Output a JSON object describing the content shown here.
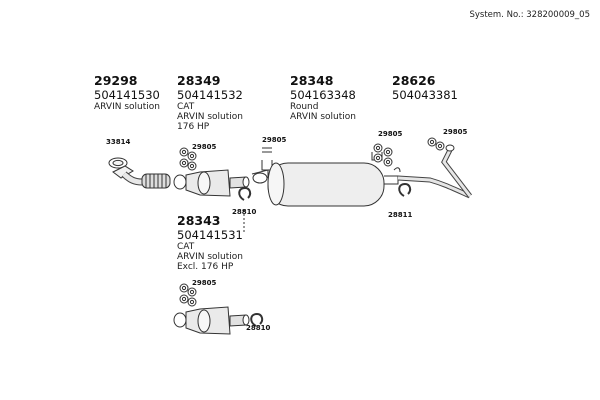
{
  "system_number": "System. No.: 328200009_05",
  "parts": [
    {
      "ref": "29298",
      "oe": "504141530",
      "desc": [
        "ARVIN solution"
      ]
    },
    {
      "ref": "28349",
      "oe": "504141532",
      "desc": [
        "CAT",
        "ARVIN solution",
        "176 HP"
      ]
    },
    {
      "ref": "28348",
      "oe": "504163348",
      "desc": [
        "Round",
        "ARVIN solution"
      ]
    },
    {
      "ref": "28626",
      "oe": "504043381",
      "desc": []
    },
    {
      "ref": "28343",
      "oe": "504141531",
      "desc": [
        "CAT",
        "ARVIN solution",
        "Excl. 176 HP"
      ]
    }
  ],
  "callouts": {
    "gasket": "33814",
    "mount_kit": "29805",
    "clamp_cat": "28810",
    "clamp_rear": "28811"
  }
}
